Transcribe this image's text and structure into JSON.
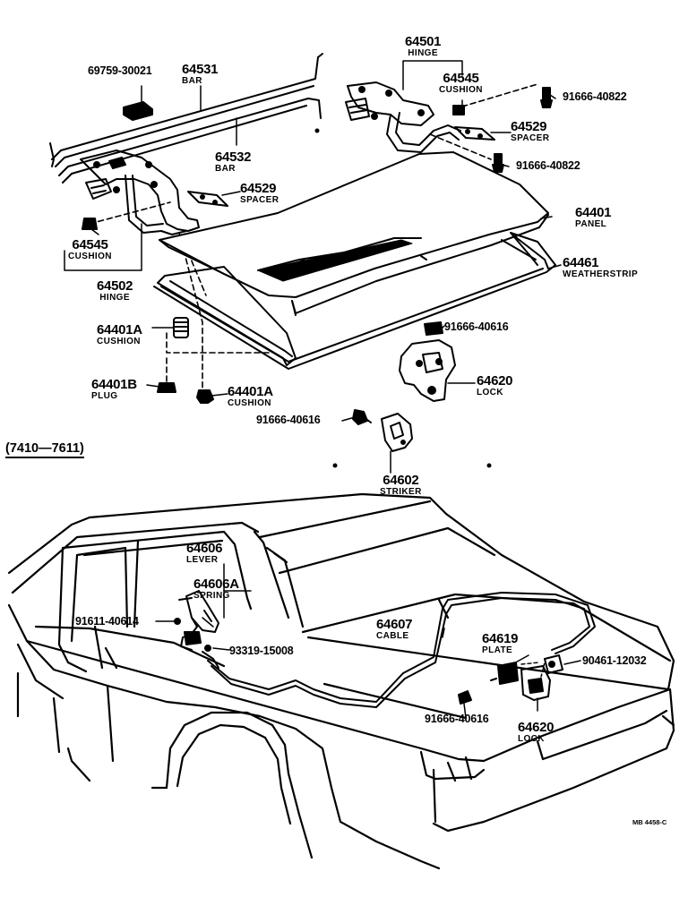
{
  "range": "(7410—7611)",
  "code": "MB 4458-C",
  "parts": {
    "p64501": {
      "num": "64501",
      "name": "HINGE"
    },
    "p64545a": {
      "num": "64545",
      "name": "CUSHION"
    },
    "p91666_40822a": {
      "num": "91666-40822"
    },
    "p64529a": {
      "num": "64529",
      "name": "SPACER"
    },
    "p91666_40822b": {
      "num": "91666-40822"
    },
    "p69759": {
      "num": "69759-30021"
    },
    "p64531": {
      "num": "64531",
      "name": "BAR"
    },
    "p64532": {
      "num": "64532",
      "name": "BAR"
    },
    "p64529b": {
      "num": "64529",
      "name": "SPACER"
    },
    "p64401": {
      "num": "64401",
      "name": "PANEL"
    },
    "p64545b": {
      "num": "64545",
      "name": "CUSHION"
    },
    "p64461": {
      "num": "64461",
      "name": "WEATHERSTRIP"
    },
    "p64502": {
      "num": "64502",
      "name": "HINGE"
    },
    "p91666_40616a": {
      "num": "91666-40616"
    },
    "p64401A_a": {
      "num": "64401A",
      "name": "CUSHION"
    },
    "p64620a": {
      "num": "64620",
      "name": "LOCK"
    },
    "p64401B": {
      "num": "64401B",
      "name": "PLUG"
    },
    "p64401A_b": {
      "num": "64401A",
      "name": "CUSHION"
    },
    "p91666_40616b": {
      "num": "91666-40616"
    },
    "p64602": {
      "num": "64602",
      "name": "STRIKER"
    },
    "p64606": {
      "num": "64606",
      "name": "LEVER"
    },
    "p64606A": {
      "num": "64606A",
      "name": "SPRING"
    },
    "p91611": {
      "num": "91611-40614"
    },
    "p93319": {
      "num": "93319-15008"
    },
    "p64607": {
      "num": "64607",
      "name": "CABLE"
    },
    "p64619": {
      "num": "64619",
      "name": "PLATE"
    },
    "p90461": {
      "num": "90461-12032"
    },
    "p91666_40616c": {
      "num": "91666-40616"
    },
    "p64620b": {
      "num": "64620",
      "name": "LOCK"
    }
  }
}
